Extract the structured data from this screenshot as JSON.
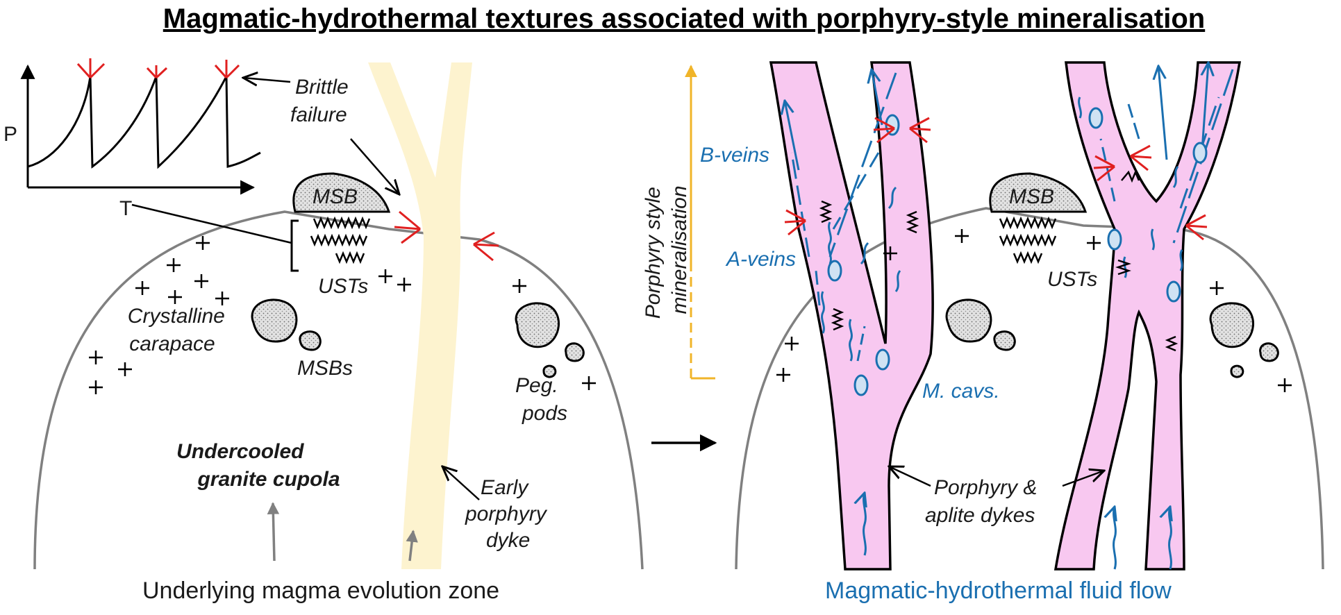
{
  "title": "Magmatic-hydrothermal textures associated with porphyry-style mineralisation",
  "graph": {
    "y_axis": "P",
    "x_axis": "T"
  },
  "left_panel": {
    "brittle_failure": [
      "Brittle",
      "failure"
    ],
    "msb": "MSB",
    "usts": "USTs",
    "crystalline_carapace": [
      "Crystalline",
      "carapace"
    ],
    "msbs": "MSBs",
    "peg_pods": [
      "Peg.",
      "pods"
    ],
    "cupola": [
      "Undercooled",
      "granite cupola"
    ],
    "early_dyke": [
      "Early",
      "porphyry",
      "dyke"
    ],
    "bottom_label": "Underlying magma evolution zone"
  },
  "right_panel": {
    "mineralisation_axis": [
      "Porphyry style",
      "mineralisation"
    ],
    "b_veins": "B-veins",
    "a_veins": "A-veins",
    "m_cavs": "M. cavs.",
    "msb": "MSB",
    "usts": "USTs",
    "dykes": [
      "Porphyry &",
      "aplite dykes"
    ],
    "bottom_label": "Magmatic-hydrothermal fluid flow"
  },
  "colors": {
    "early_dyke_fill": "#fdf3cf",
    "porphyry_dyke_fill": "#f8c8f0",
    "vein_blue": "#1a6fb0",
    "failure_red": "#e02020",
    "axis_yellow": "#f0b429",
    "cupola_outline": "#808080"
  }
}
